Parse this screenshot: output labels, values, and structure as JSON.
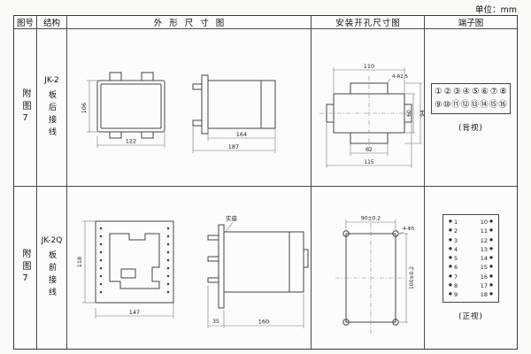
{
  "unit_label": "单位：mm",
  "table": {
    "headers": [
      "图号",
      "结构",
      "外形尺寸图",
      "安装开孔尺寸图",
      "端子图"
    ]
  },
  "rows": [
    {
      "fig_no": "附图7",
      "model": "JK-2",
      "wiring": "板后接线",
      "outline": {
        "height": "106",
        "width": "122",
        "side_inner": "164",
        "side_total": "187"
      },
      "mounting": {
        "top_width": "110",
        "corner_note": "4-R2.5",
        "inner_height": "60",
        "outer_height": "94",
        "inner_width": "62",
        "outer_width": "115"
      },
      "terminal": {
        "top": [
          "①",
          "②",
          "③",
          "④",
          "⑤",
          "⑥",
          "⑦",
          "⑧"
        ],
        "bottom": [
          "⑨",
          "⑩",
          "⑪",
          "⑫",
          "⑬",
          "⑭",
          "⑮",
          "⑯"
        ],
        "view_label": "(背视)"
      }
    },
    {
      "fig_no": "附图7",
      "model": "JK-2Q",
      "wiring": "板前接线",
      "outline": {
        "height": "118",
        "width": "147",
        "base_label": "实座",
        "side_front": "35",
        "side_total": "160"
      },
      "mounting": {
        "top_width": "90±0.2",
        "hole_note": "4-Φ5",
        "side_height": "100±0.2"
      },
      "terminal": {
        "pairs": [
          [
            "1",
            "10"
          ],
          [
            "2",
            "11"
          ],
          [
            "3",
            "12"
          ],
          [
            "4",
            "13"
          ],
          [
            "5",
            "14"
          ],
          [
            "6",
            "15"
          ],
          [
            "7",
            "16"
          ],
          [
            "8",
            "17"
          ],
          [
            "9",
            "18"
          ]
        ],
        "view_label": "(正视)"
      }
    }
  ]
}
